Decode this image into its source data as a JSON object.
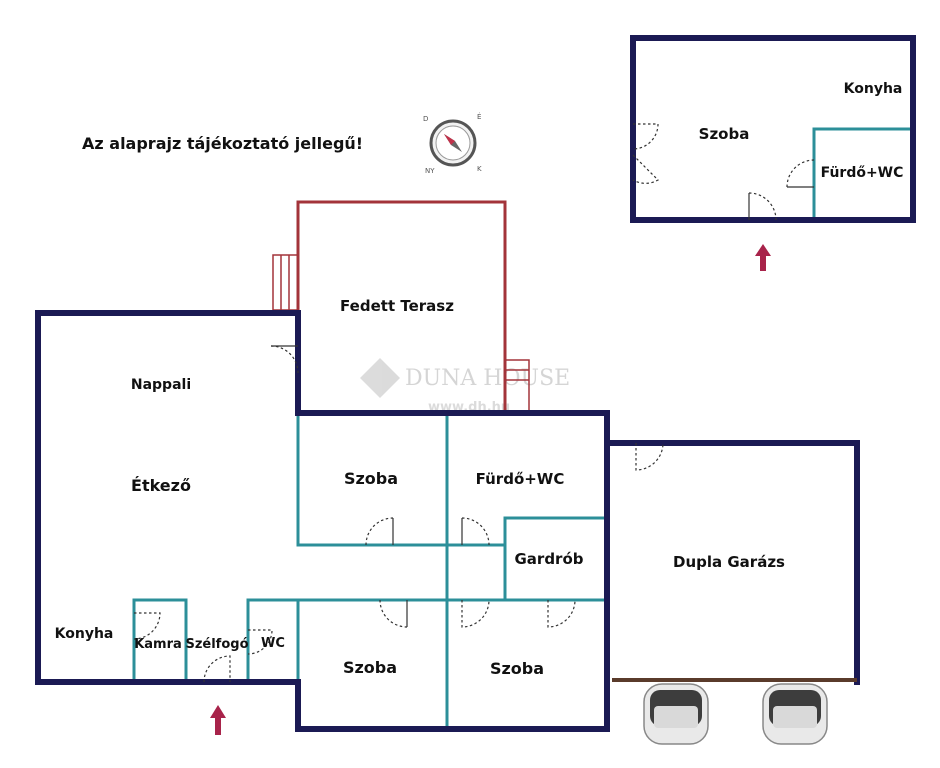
{
  "disclaimer": "Az alaprajz tájékoztató jellegű!",
  "watermark": {
    "brand": "DUNA HOUSE",
    "url": "www.dh.hu"
  },
  "compass": {
    "letters": [
      "É",
      "K",
      "D",
      "NY"
    ]
  },
  "rooms": {
    "fedett_terasz": "Fedett Terasz",
    "nappali": "Nappali",
    "etkezo": "Étkező",
    "konyha_main": "Konyha",
    "kamra": "Kamra",
    "szelfogo": "Szélfogó",
    "wc": "WC",
    "szoba_center_top": "Szoba",
    "furdo_main": "Fürdő+WC",
    "gardrob": "Gardrób",
    "szoba_bottom_left": "Szoba",
    "szoba_bottom_right": "Szoba",
    "dupla_garazs": "Dupla Garázs",
    "annex_szoba": "Szoba",
    "annex_konyha": "Konyha",
    "annex_furdo": "Fürdő+WC"
  },
  "colors": {
    "outer_wall": "#1b1a54",
    "inner_wall": "#2c8f99",
    "terrace_wall": "#a3343a",
    "window": "#b9d3e0",
    "entrance_arrow": "#a8234a"
  }
}
